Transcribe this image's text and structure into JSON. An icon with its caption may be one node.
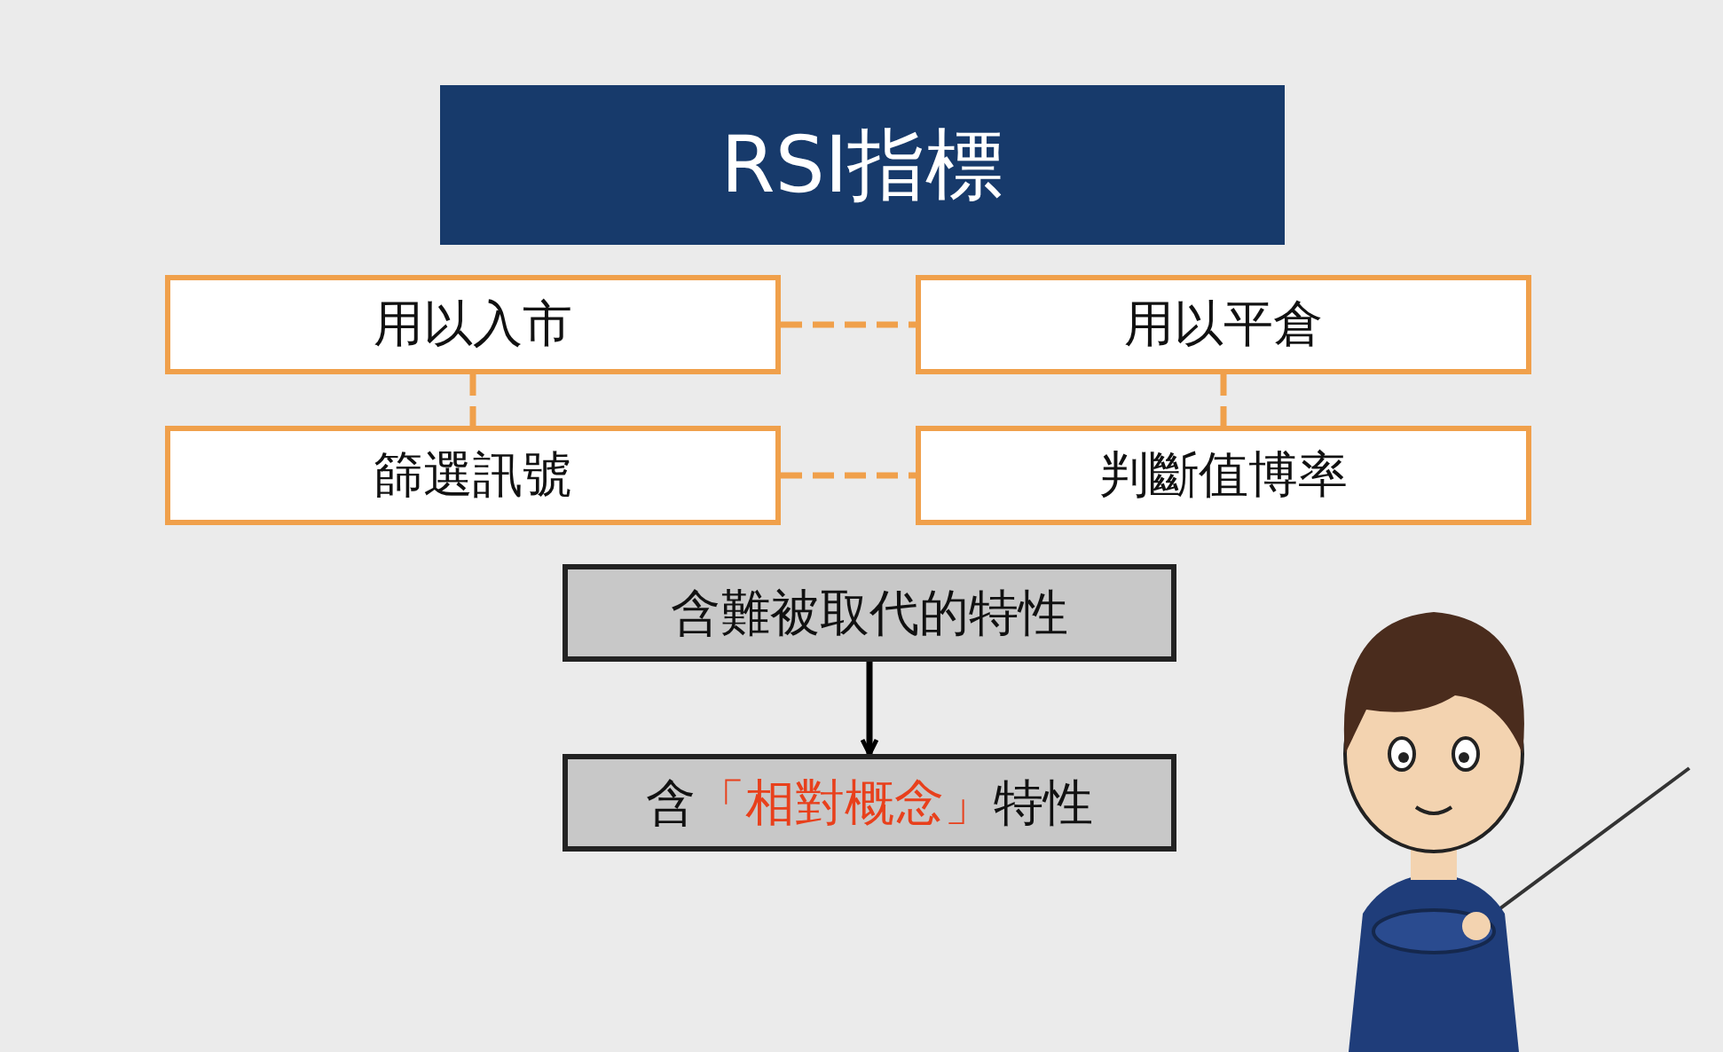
{
  "diagram": {
    "nodes": [
      {
        "text": [
          "RSI指標"
        ]
      },
      {
        "text": [
          "用以入市"
        ]
      },
      {
        "text": [
          "用以平倉"
        ]
      },
      {
        "text": [
          "篩選訊號"
        ]
      },
      {
        "text": [
          "判斷值博率"
        ]
      },
      {
        "text": [
          "含難被取代的特性"
        ]
      },
      {
        "text": [
          "含",
          "「相對概念」",
          "特性"
        ]
      }
    ],
    "edges": [
      {
        "from": 1,
        "to": 2,
        "arrow": "none",
        "style": "dashed",
        "color": "#f0a04b"
      },
      {
        "from": 1,
        "to": 3,
        "arrow": "none",
        "style": "dashed",
        "color": "#f0a04b"
      },
      {
        "from": 2,
        "to": 4,
        "arrow": "none",
        "style": "dashed",
        "color": "#f0a04b"
      },
      {
        "from": 3,
        "to": 4,
        "arrow": "none",
        "style": "dashed",
        "color": "#f0a04b"
      },
      {
        "from": 5,
        "to": 6,
        "arrow": "to",
        "color": "#000000"
      }
    ]
  }
}
